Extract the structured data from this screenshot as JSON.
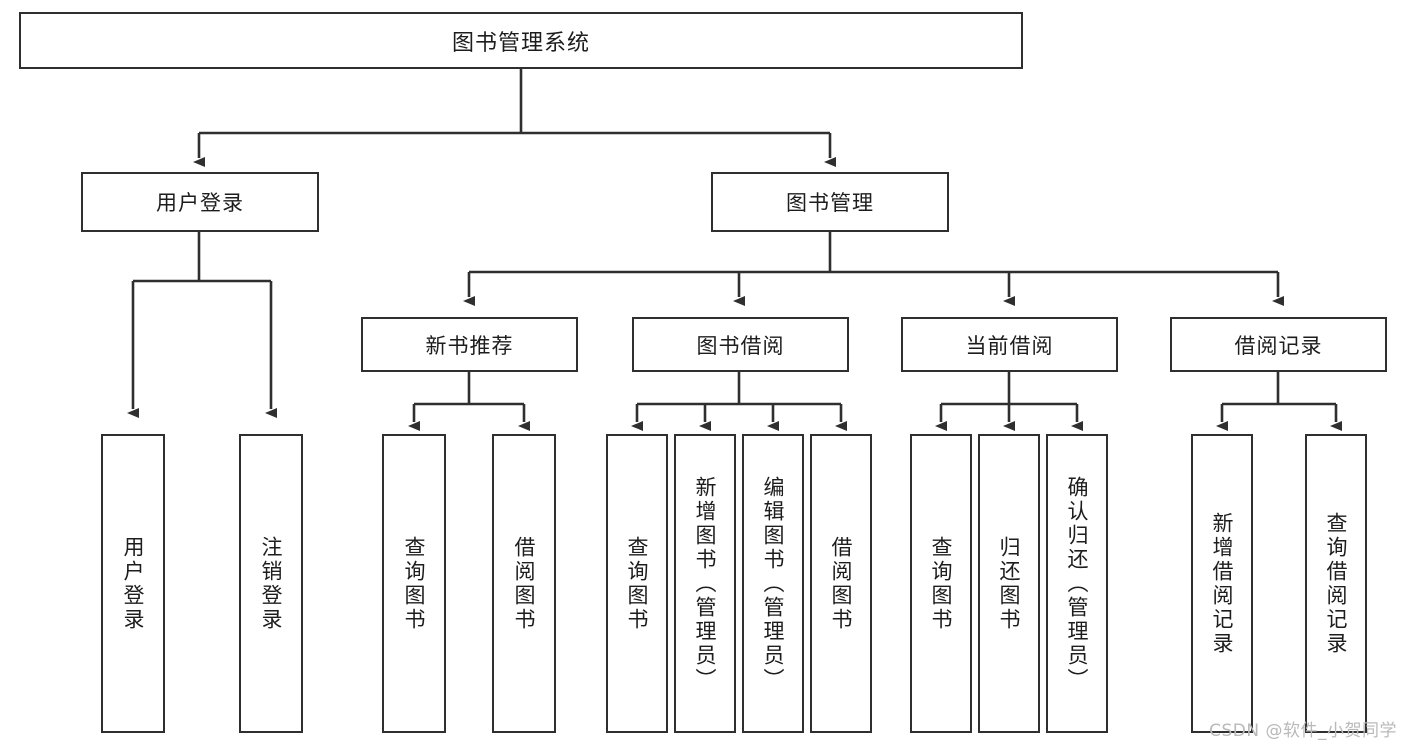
{
  "diagram": {
    "title": "图书管理系统",
    "watermark": "CSDN @软件_小贺同学",
    "line_color": "#2f2f2f",
    "box_fill": "#ffffff",
    "text_color": "#1d1d1d",
    "watermark_color": "#b9b9b9",
    "root": {
      "label": "图书管理系统"
    },
    "level2": [
      {
        "label": "用户登录"
      },
      {
        "label": "图书管理"
      }
    ],
    "level3": [
      {
        "label": "新书推荐"
      },
      {
        "label": "图书借阅"
      },
      {
        "label": "当前借阅"
      },
      {
        "label": "借阅记录"
      }
    ],
    "leaves_user_login": [
      {
        "label": "用户登录"
      },
      {
        "label": "注销登录"
      }
    ],
    "leaves_new_books": [
      {
        "label": "查询图书"
      },
      {
        "label": "借阅图书"
      }
    ],
    "leaves_borrow": [
      {
        "label": "查询图书"
      },
      {
        "label": "新增图书（管理员）"
      },
      {
        "label": "编辑图书（管理员）"
      },
      {
        "label": "借阅图书"
      }
    ],
    "leaves_current": [
      {
        "label": "查询图书"
      },
      {
        "label": "归还图书"
      },
      {
        "label": "确认归还（管理员）"
      }
    ],
    "leaves_records": [
      {
        "label": "新增借阅记录"
      },
      {
        "label": "查询借阅记录"
      }
    ]
  }
}
